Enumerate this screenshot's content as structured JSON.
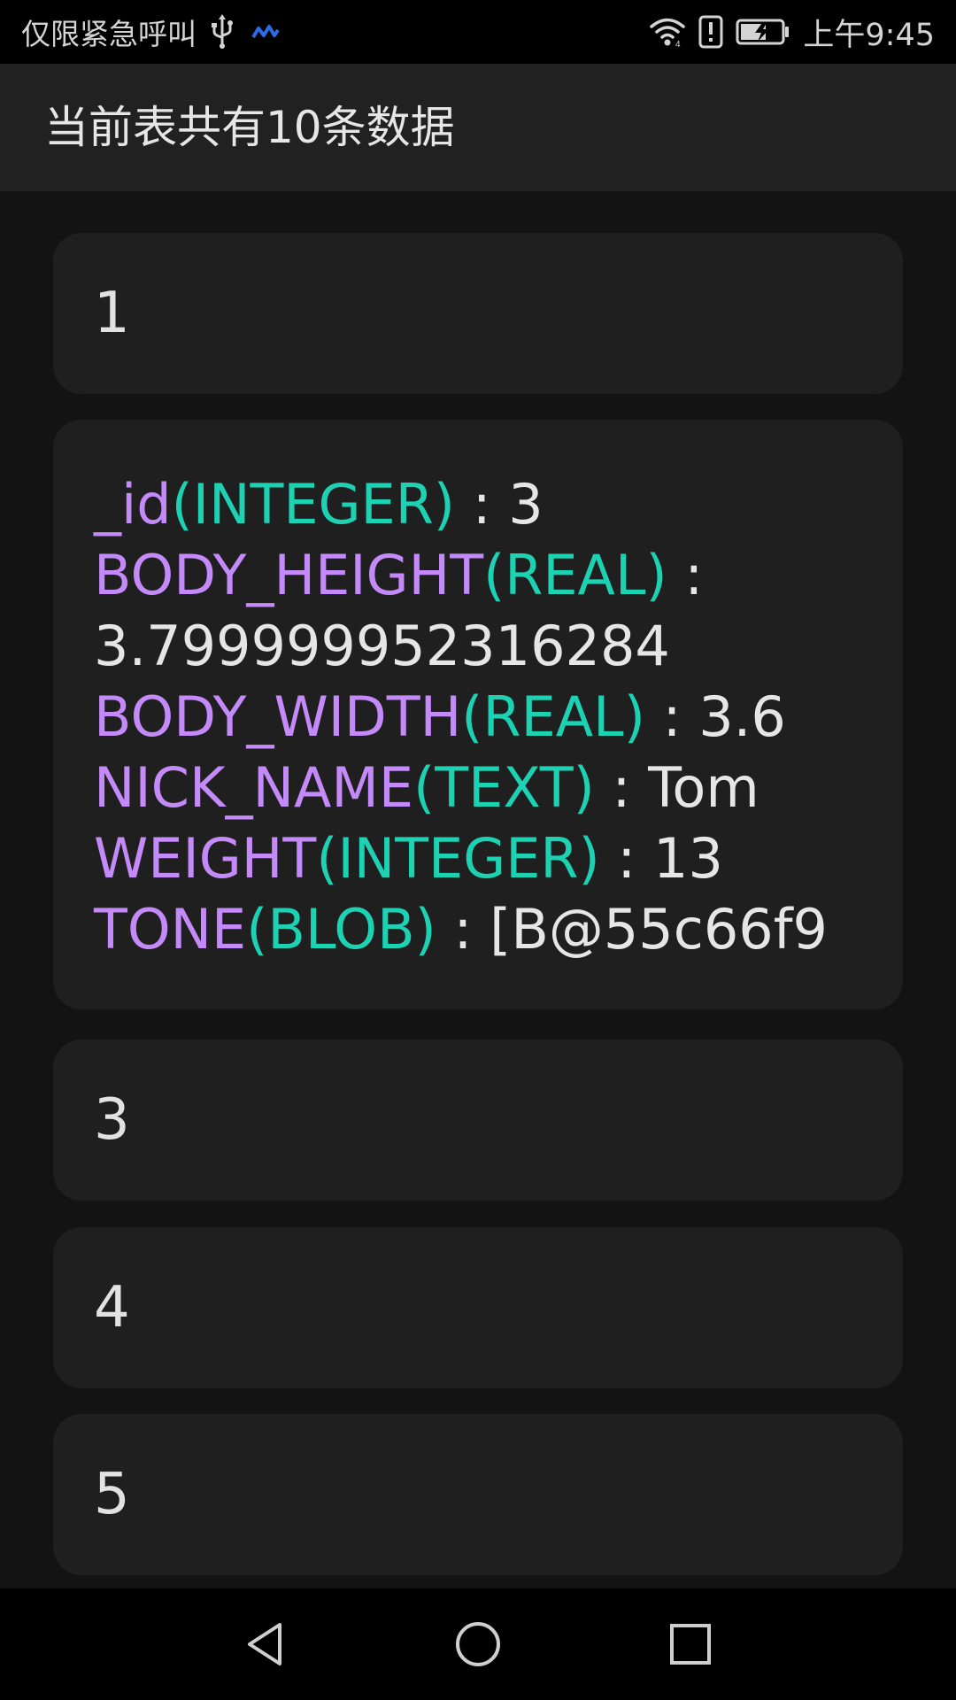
{
  "status_bar": {
    "carrier_text": "仅限紧急呼叫",
    "time": "上午9:45",
    "icons": [
      "usb-icon",
      "signal-wave-icon",
      "wifi-icon",
      "alert-icon",
      "battery-charging-icon"
    ]
  },
  "title_bar": {
    "title": "当前表共有10条数据"
  },
  "records": {
    "r1": "1",
    "r3": "3",
    "r4": "4",
    "r5": "5",
    "expanded": {
      "fields": [
        {
          "name": "_id",
          "type": "(INTEGER)",
          "sep": " : ",
          "value": "3"
        },
        {
          "name": "BODY_HEIGHT",
          "type": "(REAL)",
          "sep": " :",
          "value": ""
        },
        {
          "name": "",
          "type": "",
          "sep": "",
          "value": "3.799999952316284"
        },
        {
          "name": "BODY_WIDTH",
          "type": "(REAL)",
          "sep": " : ",
          "value": "3.6"
        },
        {
          "name": "NICK_NAME",
          "type": "(TEXT)",
          "sep": " : ",
          "value": "Tom"
        },
        {
          "name": "WEIGHT",
          "type": "(INTEGER)",
          "sep": " : ",
          "value": "13"
        },
        {
          "name": "TONE",
          "type": "(BLOB)",
          "sep": " : ",
          "value": "[B@55c66f9"
        }
      ]
    }
  },
  "colors": {
    "field_name": "#c58af9",
    "field_type": "#1dd1b3",
    "background": "#131313",
    "card": "#1f1f1f",
    "title_bar": "#212121"
  },
  "nav_bar": {
    "icons": [
      "back-triangle-icon",
      "home-circle-icon",
      "recents-square-icon"
    ]
  }
}
